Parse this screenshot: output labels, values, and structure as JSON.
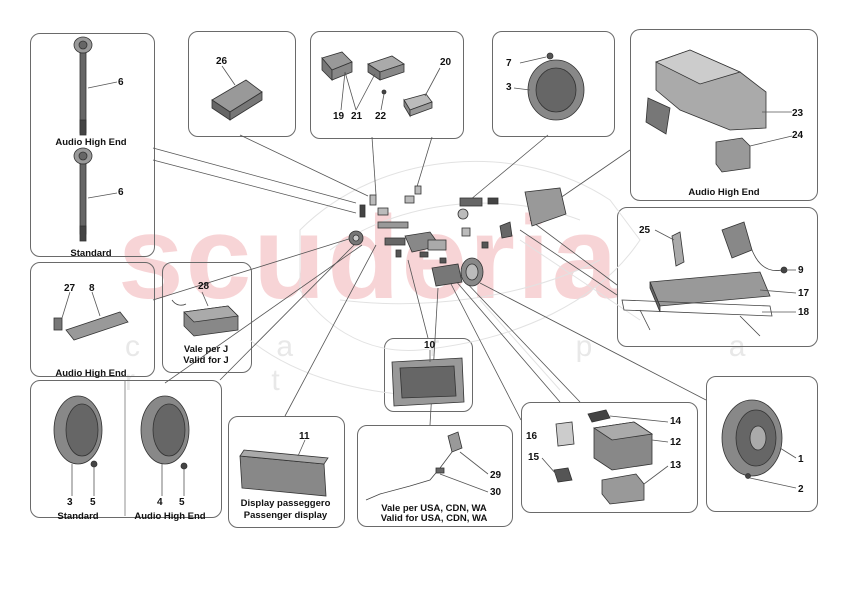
{
  "watermark": {
    "main": "scuderia",
    "sub": "c a r p a r t s"
  },
  "numbers": {
    "n1": "1",
    "n2": "2",
    "n3": "3",
    "n4": "4",
    "n5": "5",
    "n6": "6",
    "n7": "7",
    "n8": "8",
    "n9": "9",
    "n10": "10",
    "n11": "11",
    "n12": "12",
    "n13": "13",
    "n14": "14",
    "n15": "15",
    "n16": "16",
    "n17": "17",
    "n18": "18",
    "n19": "19",
    "n20": "20",
    "n21": "21",
    "n22": "22",
    "n23": "23",
    "n24": "24",
    "n25": "25",
    "n26": "26",
    "n27": "27",
    "n28": "28",
    "n29": "29",
    "n30": "30"
  },
  "captions": {
    "audio_high_end": "Audio High End",
    "standard": "Standard",
    "vale_per_j": "Vale per J",
    "valid_for_j": "Valid for J",
    "display_it": "Display passeggero",
    "display_en": "Passenger display",
    "vale_usa": "Vale per USA, CDN, WA",
    "valid_usa": "Valid for USA, CDN, WA"
  }
}
